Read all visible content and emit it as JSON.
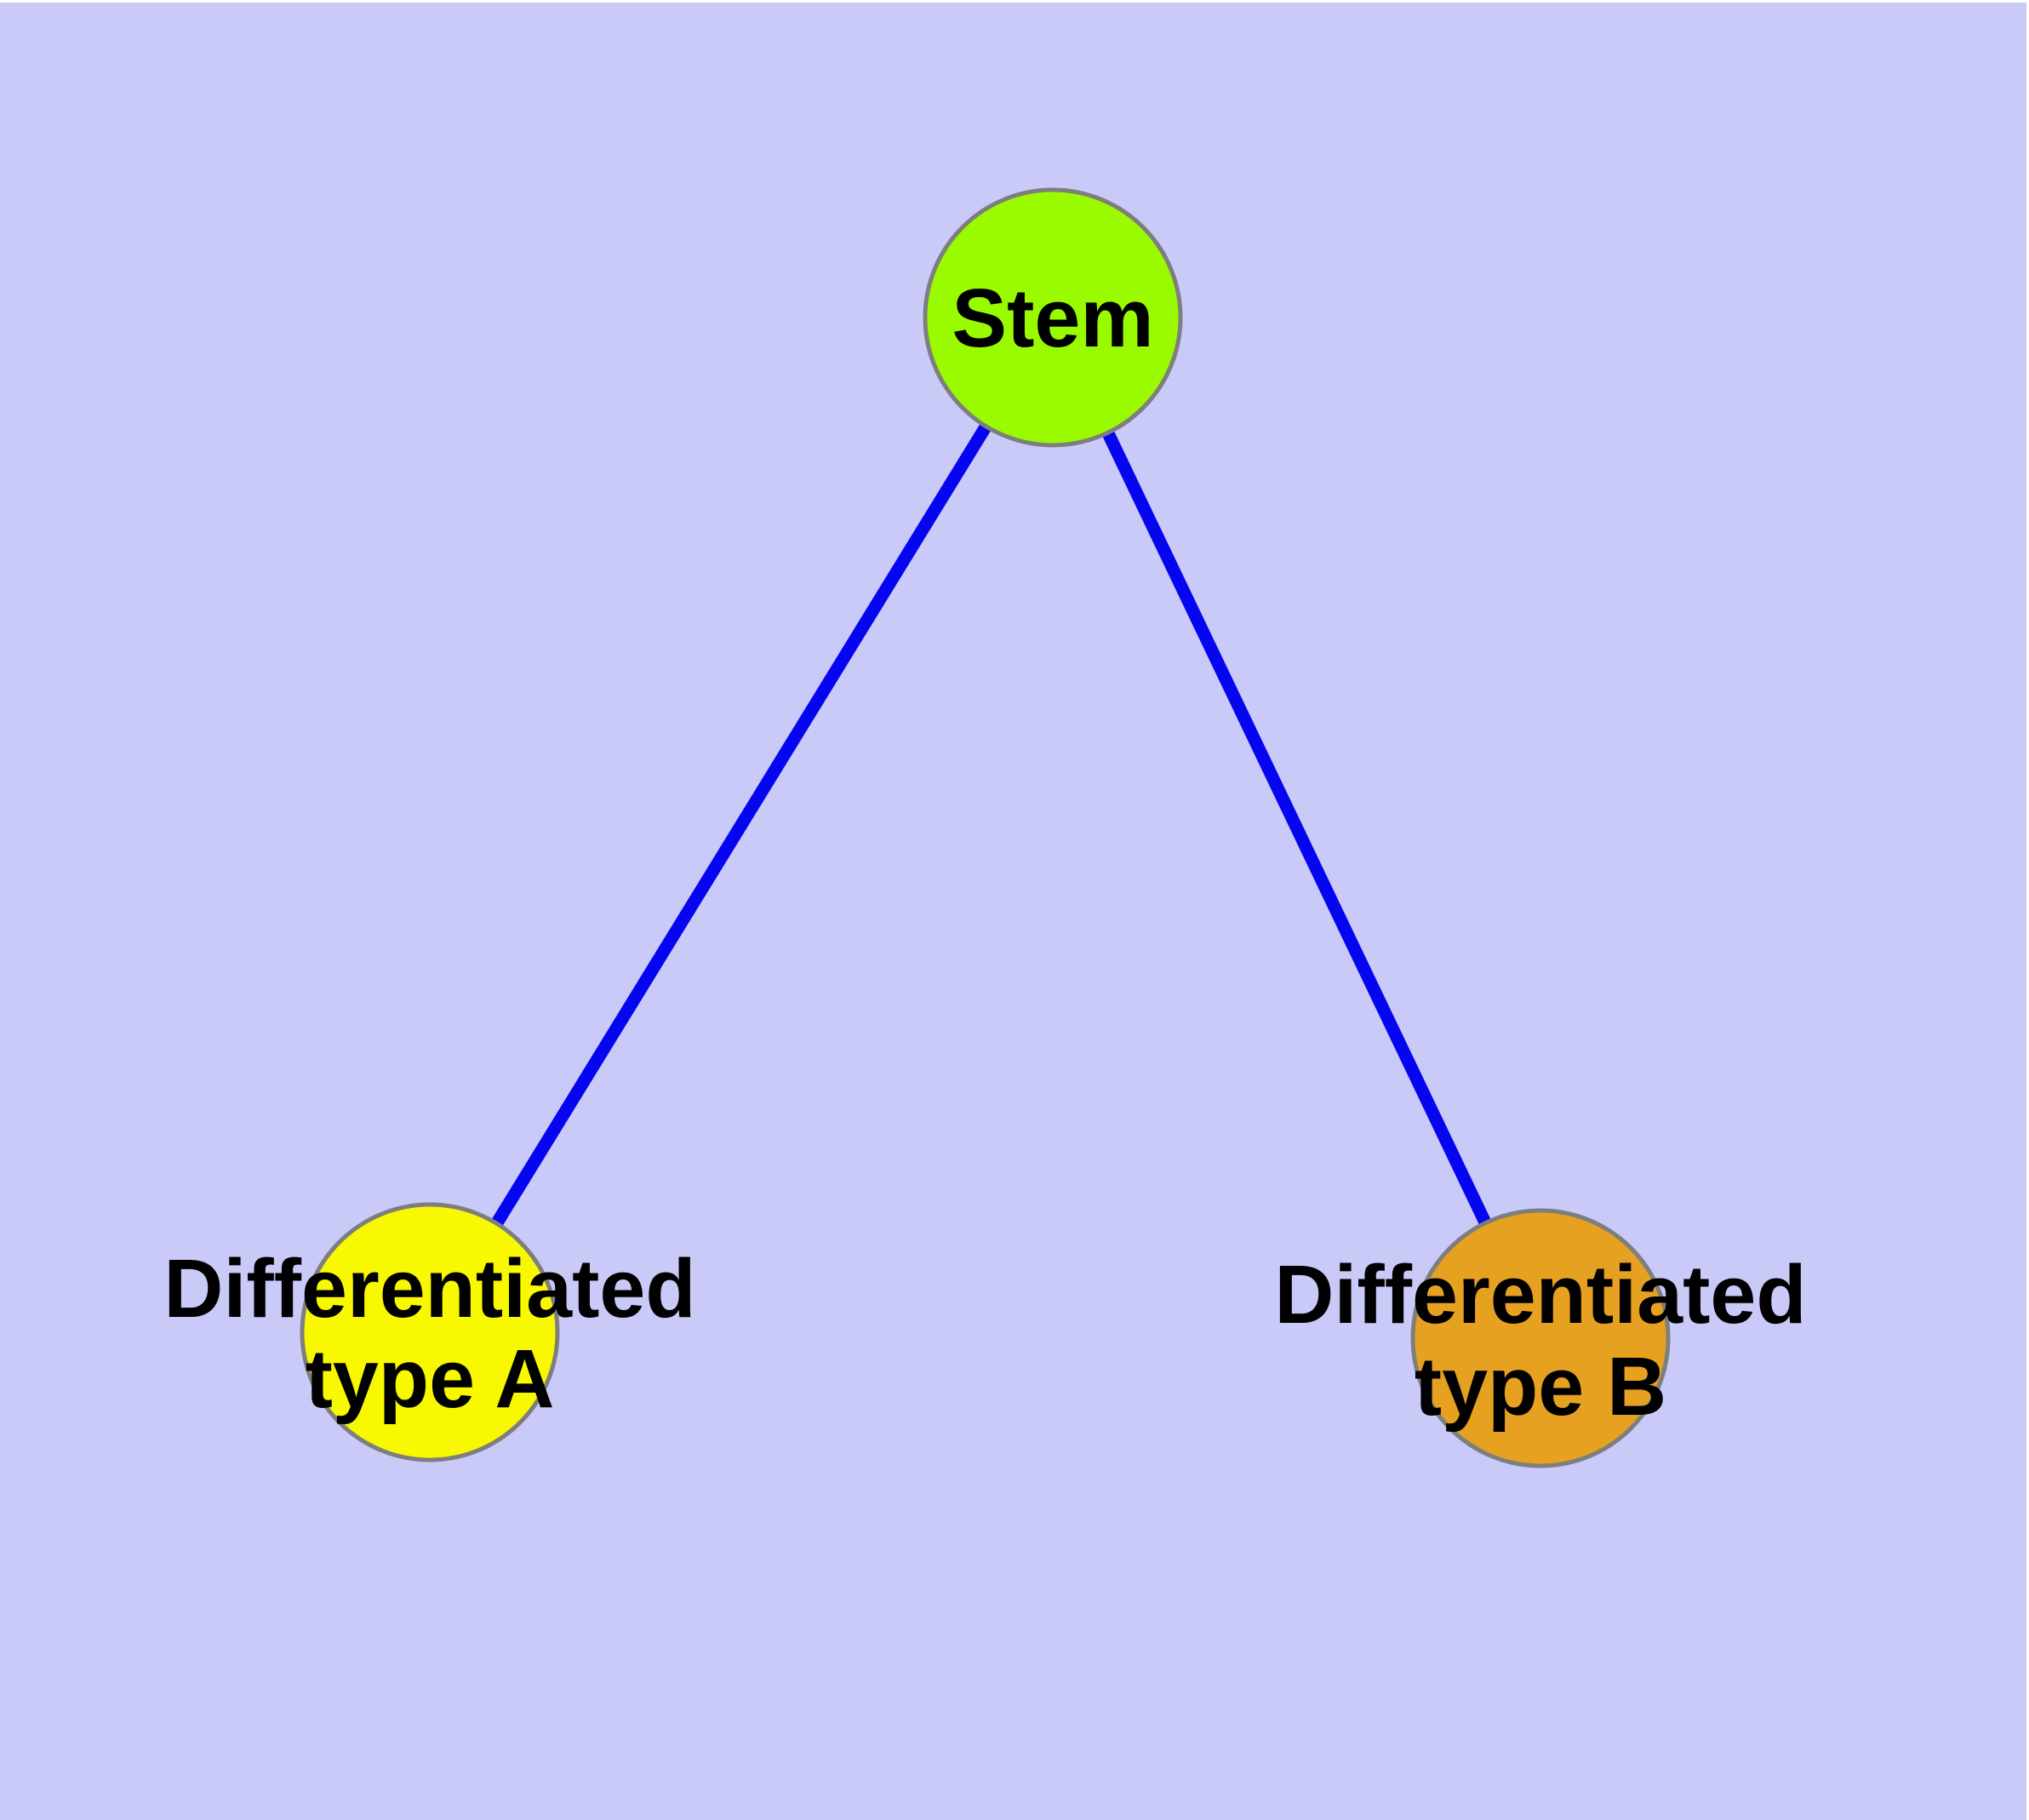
{
  "diagram": {
    "background_color": "#CACAF8",
    "edge_color": "#0505F0",
    "node_border_color": "#7E7E7E",
    "label_color": "#000000",
    "nodes": [
      {
        "id": "stem",
        "label": "Stem",
        "fill": "#9AFB00"
      },
      {
        "id": "differentiated-type-a",
        "label_line1": "Differentiated",
        "label_line2": "type A",
        "fill": "#F8F800"
      },
      {
        "id": "differentiated-type-b",
        "label_line1": "Differentiated",
        "label_line2": "type B",
        "fill": "#E6A121"
      }
    ],
    "edges": [
      {
        "from": "stem",
        "to": "differentiated-type-a"
      },
      {
        "from": "stem",
        "to": "differentiated-type-b"
      }
    ]
  }
}
